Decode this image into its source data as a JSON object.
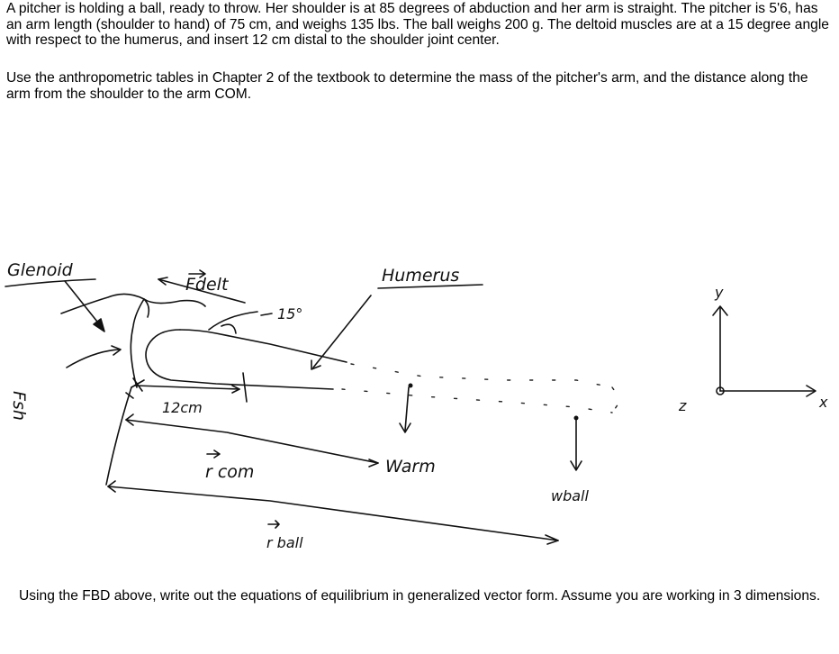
{
  "problem": {
    "paragraph_1": "A pitcher is holding a ball, ready to throw.  Her shoulder is at 85 degrees of abduction and her arm is straight. The pitcher is 5'6, has an arm length (shoulder to hand) of 75 cm, and weighs 135 lbs. The ball weighs 200 g.    The deltoid muscles are at a 15 degree angle with respect to the humerus, and insert 12 cm distal to the shoulder joint center.",
    "paragraph_2": "Use the anthropometric tables in Chapter 2 of the textbook to determine the mass of the pitcher's arm, and the distance along the arm from the shoulder to the arm COM.",
    "paragraph_3": "Using the FBD above, write out the equations of equilibrium in generalized vector form.  Assume you are working in 3 dimensions."
  },
  "diagram": {
    "labels": {
      "glenoid": "Glenoid",
      "f_delt": "Fdelt",
      "angle": "15°",
      "humerus": "Humerus",
      "f_sh": "Fsh",
      "insert_dist": "12cm",
      "r_com": "r com",
      "w_arm": "Warm",
      "w_ball": "wball",
      "r_ball": "r ball",
      "axis_y": "y",
      "axis_x": "x",
      "axis_z": "z"
    }
  }
}
